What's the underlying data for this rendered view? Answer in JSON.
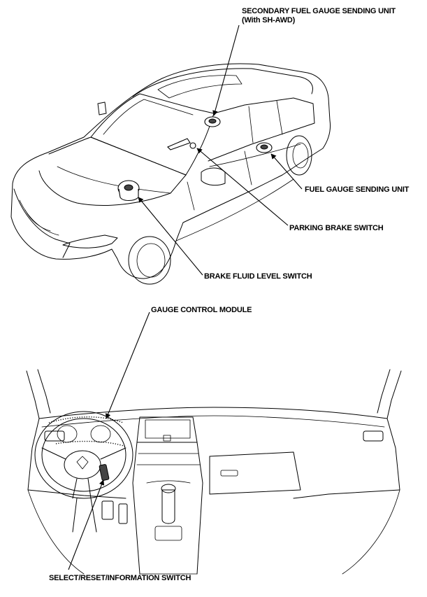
{
  "labels": {
    "secondary_fuel_gauge_line1": "SECONDARY FUEL GAUGE SENDING UNIT",
    "secondary_fuel_gauge_line2": "(With SH-AWD)",
    "fuel_gauge_sending_unit": "FUEL GAUGE SENDING UNIT",
    "parking_brake_switch": "PARKING BRAKE SWITCH",
    "brake_fluid_level_switch": "BRAKE FLUID LEVEL SWITCH",
    "gauge_control_module": "GAUGE CONTROL MODULE",
    "select_reset_information_switch": "SELECT/RESET/INFORMATION SWITCH"
  }
}
